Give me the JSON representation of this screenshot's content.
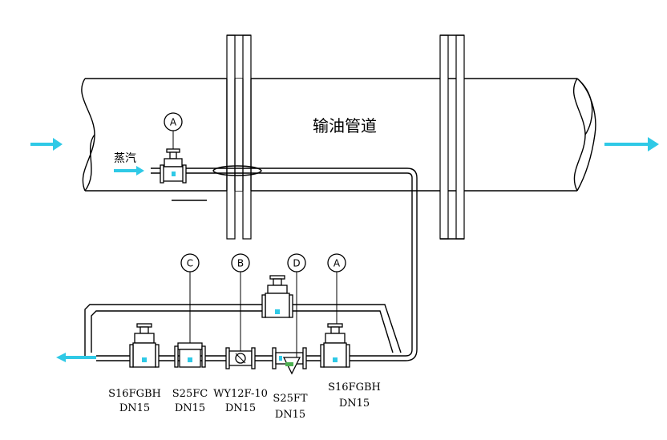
{
  "main_pipe_label": "输油管道",
  "steam_label": "蒸汽",
  "callouts": [
    {
      "id": "top-A",
      "letter": "A"
    },
    {
      "id": "C",
      "letter": "C"
    },
    {
      "id": "B",
      "letter": "B"
    },
    {
      "id": "D",
      "letter": "D"
    },
    {
      "id": "bottom-A",
      "letter": "A"
    }
  ],
  "components": [
    {
      "model": "S16FGBH",
      "size": "DN15"
    },
    {
      "model": "S25FC",
      "size": "DN15"
    },
    {
      "model": "WY12F-10",
      "size": "DN15"
    },
    {
      "model": "S25FT",
      "size": "DN15"
    },
    {
      "model": "S16FGBH",
      "size": "DN15"
    }
  ],
  "colors": {
    "flow_arrow": "#2fc9e6",
    "lines": "#000000"
  }
}
